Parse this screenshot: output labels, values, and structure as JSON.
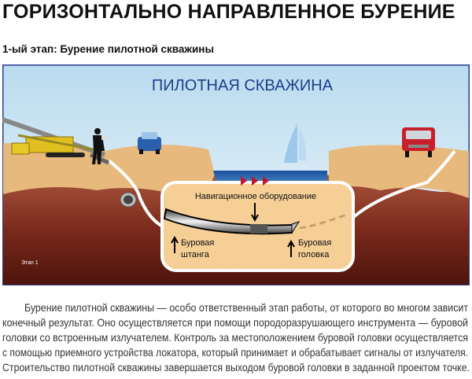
{
  "header": {
    "title": "ГОРИЗОНТАЛЬНО НАПРАВЛЕННОЕ БУРЕНИЕ",
    "subtitle": "1-ый этап: Бурение пилотной скважины"
  },
  "illustration": {
    "title": "ПИЛОТНАЯ СКВАЖИНА",
    "nav_label": "Навигационное оборудование",
    "rod_label_1": "Буровая",
    "rod_label_2": "штанга",
    "head_label_1": "Буровая",
    "head_label_2": "головка",
    "stage_label": "Этап 1",
    "colors": {
      "sky_top": "#cfe6f3",
      "sand": "#e8b97c",
      "soil_mid": "#b8664a",
      "soil_deep": "#5e1d12",
      "water": "#1f5ea8",
      "title": "#1d3f8a",
      "border": "#2a3f8f"
    }
  },
  "body": {
    "lines": [
      "Бурение пилотной скважины — особо ответственный этап работы, от которого во многом зависит",
      "конечный результат. Оно осуществляется при помощи породоразрушающего инструмента — буровой",
      "головки со встроенным излучателем. Контроль за местоположением буровой головки осуществляется",
      "с помощью приемного устройства локатора, который принимает и обрабатывает сигналы от излучателя.",
      "Строительство пилотной скважины завершается выходом буровой головки в заданной проектом точке."
    ]
  }
}
